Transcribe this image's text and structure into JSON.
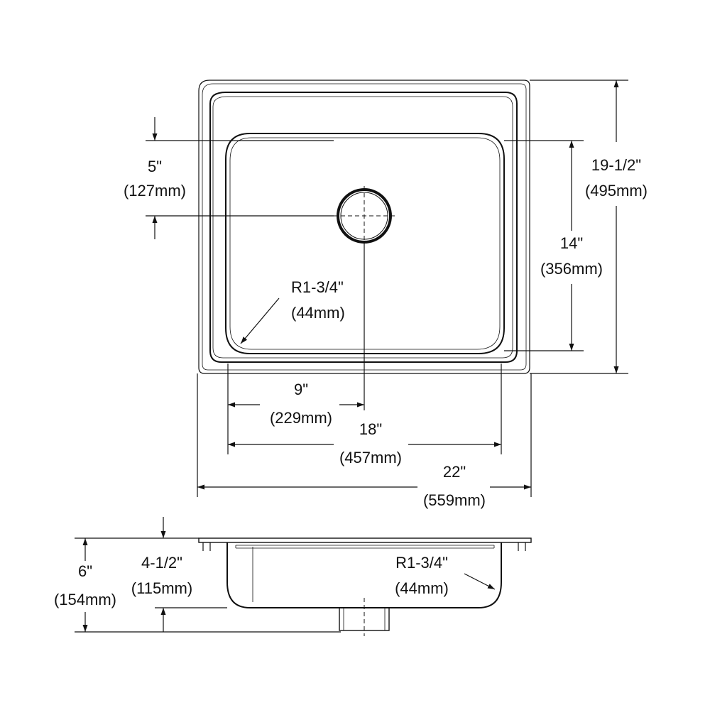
{
  "dimensions": {
    "drain_offset": {
      "imperial": "5\"",
      "metric": "(127mm)"
    },
    "overall_depth_top": {
      "imperial": "19-1/2\"",
      "metric": "(495mm)"
    },
    "bowl_depth_top": {
      "imperial": "14\"",
      "metric": "(356mm)"
    },
    "corner_radius_top": {
      "imperial": "R1-3/4\"",
      "metric": "(44mm)"
    },
    "drain_center_width": {
      "imperial": "9\"",
      "metric": "(229mm)"
    },
    "bowl_width": {
      "imperial": "18\"",
      "metric": "(457mm)"
    },
    "overall_width": {
      "imperial": "22\"",
      "metric": "(559mm)"
    },
    "total_height": {
      "imperial": "6\"",
      "metric": "(154mm)"
    },
    "bowl_height": {
      "imperial": "4-1/2\"",
      "metric": "(115mm)"
    },
    "corner_radius_side": {
      "imperial": "R1-3/4\"",
      "metric": "(44mm)"
    }
  },
  "colors": {
    "line": "#111111",
    "background": "#ffffff"
  }
}
